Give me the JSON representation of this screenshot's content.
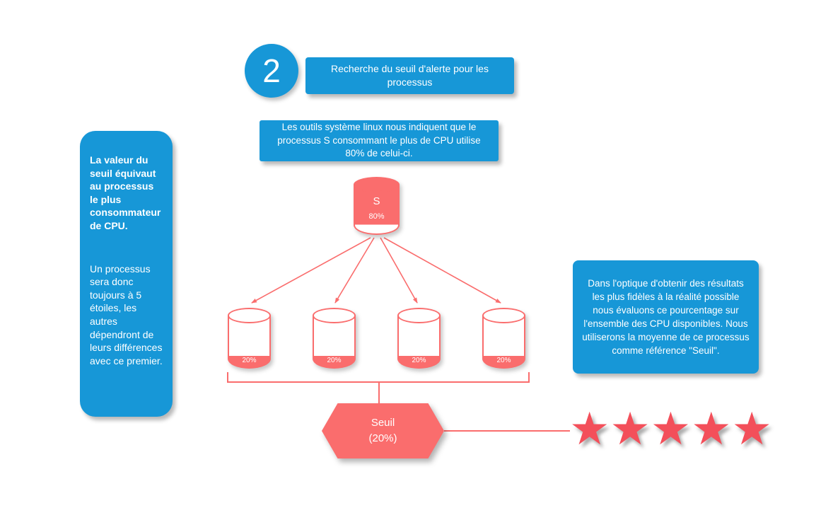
{
  "colors": {
    "blue": "#1797d7",
    "salmon": "#fa6d6d",
    "star_red": "#f34f5a"
  },
  "step": {
    "number": "2",
    "title": "Recherche du seuil d'alerte pour les processus"
  },
  "intro_box": {
    "text": "Les outils système linux nous indiquent que le processus S consommant le plus de CPU utilise 80% de celui-ci."
  },
  "left_note": {
    "bold_text": "La valeur du seuil équivaut au processus le plus consommateur de CPU.",
    "text": "Un processus sera donc toujours à 5 étoiles, les autres dépendront de leurs différences avec ce premier."
  },
  "right_note": {
    "text": "Dans l'optique d'obtenir des résultats les plus fidèles à la réalité possible nous évaluons ce pourcentage sur l'ensemble des CPU disponibles. Nous utiliserons la moyenne de ce processus comme référence \"Seuil\"."
  },
  "main_cylinder": {
    "label": "S",
    "value": "80%"
  },
  "cpu_cylinders": [
    {
      "value": "20%"
    },
    {
      "value": "20%"
    },
    {
      "value": "20%"
    },
    {
      "value": "20%"
    }
  ],
  "threshold": {
    "line1": "Seuil",
    "line2": "(20%)"
  },
  "rating": {
    "star_count": 5,
    "star_char": "★"
  }
}
